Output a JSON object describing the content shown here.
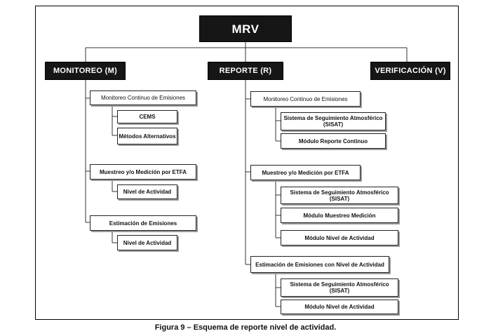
{
  "root": "MRV",
  "categories": {
    "monitoreo": "MONITOREO (M)",
    "reporte": "REPORTE (R)",
    "verificacion": "VERIFICACIÓN (V)"
  },
  "monitoreo": {
    "continuo": {
      "label": "Monitoreo Continuo de Emisiones",
      "children": [
        "CEMS",
        "Métodos Alternativos"
      ]
    },
    "muestreo": {
      "label": "Muestreo y/o Medición por ETFA",
      "children": [
        "Nivel de Actividad"
      ]
    },
    "estimacion": {
      "label": "Estimación de Emisiones",
      "children": [
        "Nivel de Actividad"
      ]
    }
  },
  "reporte": {
    "continuo": {
      "label": "Monitoreo Continuo de Emisiones",
      "children": [
        "Sistema de Seguimiento Atmosférico (SISAT)",
        "Módulo Reporte Continuo"
      ]
    },
    "muestreo": {
      "label": "Muestreo y/o Medición por ETFA",
      "children": [
        "Sistema de Seguimiento Atmosférico (SISAT)",
        "Módulo Muestreo Medición",
        "Módulo Nivel de Actividad"
      ]
    },
    "estimacion": {
      "label": "Estimación de Emisiones con Nivel de Actividad",
      "children": [
        "Sistema de Seguimiento Atmosférico (SISAT)",
        "Módulo Nivel de Actividad"
      ]
    }
  },
  "caption": "Figura 9 – Esquema de reporte nivel de actividad.",
  "colors": {
    "dark_box": "#161616",
    "border": "#222222",
    "shadow": "#9a9a9a"
  }
}
